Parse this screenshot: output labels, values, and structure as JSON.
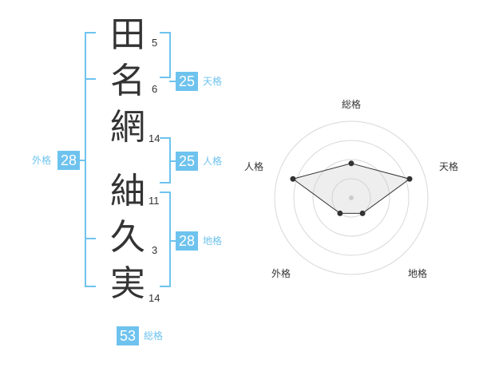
{
  "name": {
    "chars": [
      {
        "char": "田",
        "strokes": "5"
      },
      {
        "char": "名",
        "strokes": "6"
      },
      {
        "char": "網",
        "strokes": "14"
      },
      {
        "char": "紬",
        "strokes": "11"
      },
      {
        "char": "久",
        "strokes": "3"
      },
      {
        "char": "実",
        "strokes": "14"
      }
    ]
  },
  "fortune": {
    "tenkaku": {
      "value": "25",
      "label": "天格"
    },
    "jinkaku": {
      "value": "25",
      "label": "人格"
    },
    "chikaku": {
      "value": "28",
      "label": "地格"
    },
    "gaikaku": {
      "value": "28",
      "label": "外格"
    },
    "soukaku": {
      "value": "53",
      "label": "総格"
    }
  },
  "colors": {
    "accent": "#6ec3ee",
    "text": "#333333"
  },
  "chart_data": {
    "type": "radar",
    "axes": [
      "総格",
      "天格",
      "地格",
      "外格",
      "人格"
    ],
    "values": [
      0.45,
      0.8,
      0.25,
      0.25,
      0.8
    ],
    "range": [
      0,
      1
    ],
    "rings": 4,
    "grid": true
  }
}
